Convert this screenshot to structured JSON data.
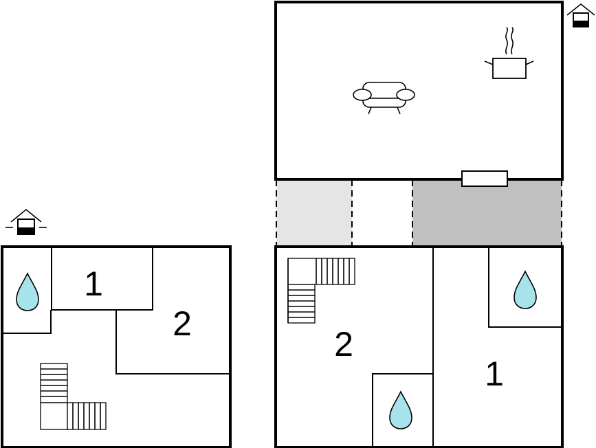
{
  "floor_left": {
    "rooms": [
      {
        "label": "1"
      },
      {
        "label": "2"
      }
    ],
    "icons": [
      "entrance-icon",
      "bathroom-drop-icon",
      "staircase-icon"
    ]
  },
  "floor_right": {
    "rooms": [
      {
        "label": "2"
      },
      {
        "label": "1"
      }
    ],
    "icons": [
      "entrance-icon",
      "sofa-icon",
      "cooking-pot-icon",
      "fireplace-icon",
      "bathroom-drop-icon",
      "bathroom-drop-icon",
      "staircase-icon"
    ]
  },
  "colors": {
    "wall": "#000000",
    "water_drop": "#a6e3ea",
    "terrace_light": "#e5e5e5",
    "terrace_dark": "#c0c0c0"
  }
}
